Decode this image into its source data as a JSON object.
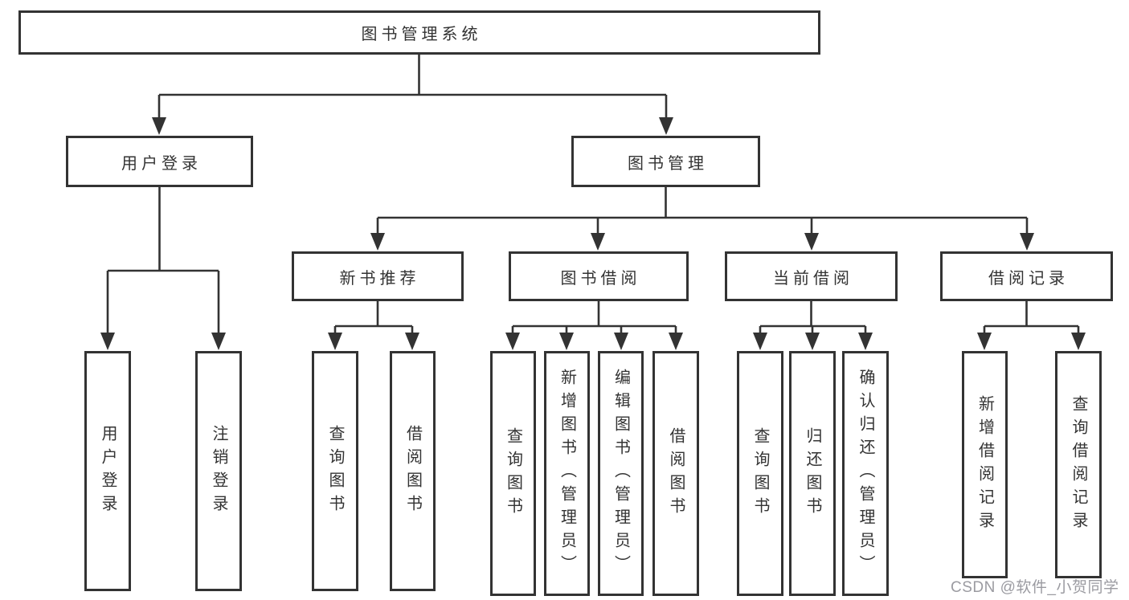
{
  "diagram": {
    "title_node": "图书管理系统",
    "tree": {
      "root": "图书管理系统",
      "user_login": {
        "label": "用户登录",
        "children": [
          "用户登录",
          "注销登录"
        ]
      },
      "book_mgmt": {
        "label": "图书管理",
        "sections": {
          "new_book_rec": {
            "label": "新书推荐",
            "children": [
              "查询图书",
              "借阅图书"
            ]
          },
          "book_borrow": {
            "label": "图书借阅",
            "children": [
              "查询图书",
              "新增图书（管理员）",
              "编辑图书（管理员）",
              "借阅图书"
            ]
          },
          "current_borrow": {
            "label": "当前借阅",
            "children": [
              "查询图书",
              "归还图书",
              "确认归还（管理员）"
            ]
          },
          "borrow_records": {
            "label": "借阅记录",
            "children": [
              "新增借阅记录",
              "查询借阅记录"
            ]
          }
        }
      }
    },
    "colors": {
      "line": "#333333",
      "box_border": "#333333",
      "text": "#333333",
      "background": "#ffffff",
      "watermark": "#9b9ba1"
    }
  },
  "watermark": "CSDN @软件_小贺同学"
}
